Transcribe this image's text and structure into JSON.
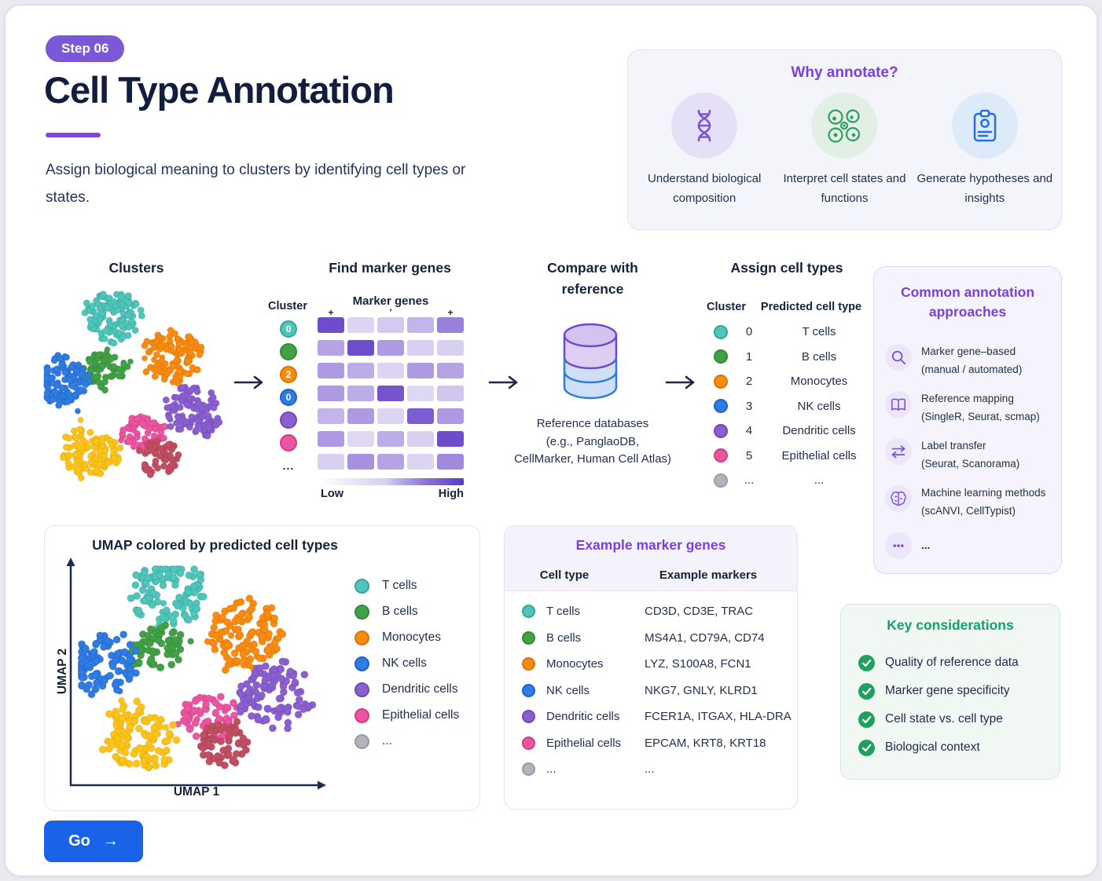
{
  "page": {
    "step_badge": "Step 06",
    "title": "Cell Type Annotation",
    "subtitle": "Assign biological meaning to clusters by identifying cell types or states.",
    "go_label": "Go",
    "go_arrow": "→"
  },
  "colors": {
    "teal": {
      "fill": "#52c5ba",
      "stroke": "#2fa79c"
    },
    "green": {
      "fill": "#43a047",
      "stroke": "#2f8b35"
    },
    "orange": {
      "fill": "#f98b10",
      "stroke": "#d97407"
    },
    "blue": {
      "fill": "#2e7ce4",
      "stroke": "#1f63c4"
    },
    "purple": {
      "fill": "#8a5fd0",
      "stroke": "#7248b5"
    },
    "pink": {
      "fill": "#ec55a0",
      "stroke": "#cf3d87"
    },
    "yellow": {
      "fill": "#fcc419",
      "stroke": "#e0a80c"
    },
    "maroon": {
      "fill": "#c04f62",
      "stroke": "#a63c4e"
    },
    "gray": {
      "fill": "#b3b3bd",
      "stroke": "#9a9aa5"
    },
    "accent_purple": "#7a3fe0",
    "badge_purple": "#7a58d8",
    "navy": "#1b2949",
    "key_green": "#13a169",
    "check_green": "#1fa05e",
    "button_blue": "#1a63e8",
    "heat_low": "#EDE9F8",
    "heat_high": "#603AC7"
  },
  "why_annotate": {
    "title": "Why annotate?",
    "items": [
      {
        "icon": "dna-icon",
        "label": "Understand biological composition"
      },
      {
        "icon": "cells-icon",
        "label": "Interpret cell states and functions"
      },
      {
        "icon": "clipboard-icon",
        "label": "Generate hypotheses and insights"
      }
    ]
  },
  "workflow": {
    "clusters_title": "Clusters",
    "marker_genes": {
      "title": "Find marker genes",
      "row_header": "Cluster",
      "col_header": "Marker genes",
      "header_marks": [
        "+",
        "'",
        "+"
      ],
      "badges": [
        {
          "color": "teal",
          "label": "0"
        },
        {
          "color": "green",
          "label": ""
        },
        {
          "color": "orange",
          "label": "2"
        },
        {
          "color": "blue",
          "label": "0"
        },
        {
          "color": "purple",
          "label": ""
        },
        {
          "color": "pink",
          "label": ""
        }
      ],
      "ellipsis": "...",
      "grid": [
        [
          0.9,
          0.12,
          0.18,
          0.3,
          0.6
        ],
        [
          0.4,
          0.9,
          0.45,
          0.15,
          0.15
        ],
        [
          0.45,
          0.35,
          0.12,
          0.45,
          0.4
        ],
        [
          0.45,
          0.35,
          0.85,
          0.1,
          0.2
        ],
        [
          0.3,
          0.45,
          0.12,
          0.8,
          0.45
        ],
        [
          0.45,
          0.1,
          0.35,
          0.15,
          0.9
        ],
        [
          0.15,
          0.5,
          0.4,
          0.12,
          0.55
        ]
      ],
      "legend_low": "Low",
      "legend_high": "High"
    },
    "reference": {
      "title": "Compare with reference",
      "caption_lines": [
        "Reference databases",
        "(e.g., PanglaoDB,",
        "CellMarker, Human Cell Atlas)"
      ]
    },
    "assign": {
      "title": "Assign cell types",
      "col1": "Cluster",
      "col2": "Predicted cell type",
      "rows": [
        {
          "color": "teal",
          "id": "0",
          "type": "T cells"
        },
        {
          "color": "green",
          "id": "1",
          "type": "B cells"
        },
        {
          "color": "orange",
          "id": "2",
          "type": "Monocytes"
        },
        {
          "color": "blue",
          "id": "3",
          "type": "NK cells"
        },
        {
          "color": "purple",
          "id": "4",
          "type": "Dendritic cells"
        },
        {
          "color": "pink",
          "id": "5",
          "type": "Epithelial cells"
        },
        {
          "color": "gray",
          "id": "...",
          "type": "..."
        }
      ]
    }
  },
  "approaches": {
    "title": "Common annotation approaches",
    "items": [
      {
        "icon": "search-icon",
        "line1": "Marker gene–based",
        "line2": "(manual / automated)"
      },
      {
        "icon": "book-icon",
        "line1": "Reference mapping",
        "line2": "(SingleR, Seurat, scmap)"
      },
      {
        "icon": "transfer-arrows-icon",
        "line1": "Label transfer",
        "line2": "(Seurat, Scanorama)"
      },
      {
        "icon": "brain-icon",
        "line1": "Machine learning methods",
        "line2": "(scANVI, CellTypist)"
      },
      {
        "icon": "ellipsis-icon",
        "line1": "...",
        "line2": ""
      }
    ]
  },
  "umap": {
    "title": "UMAP colored by predicted cell types",
    "xlabel": "UMAP 1",
    "ylabel": "UMAP 2",
    "legend": [
      {
        "color": "teal",
        "label": "T cells"
      },
      {
        "color": "green",
        "label": "B cells"
      },
      {
        "color": "orange",
        "label": "Monocytes"
      },
      {
        "color": "blue",
        "label": "NK cells"
      },
      {
        "color": "purple",
        "label": "Dendritic cells"
      },
      {
        "color": "pink",
        "label": "Epithelial cells"
      },
      {
        "color": "gray",
        "label": "..."
      }
    ]
  },
  "marker_table": {
    "title": "Example marker genes",
    "col1": "Cell type",
    "col2": "Example markers",
    "rows": [
      {
        "color": "teal",
        "type": "T cells",
        "markers": "CD3D, CD3E, TRAC"
      },
      {
        "color": "green",
        "type": "B cells",
        "markers": "MS4A1, CD79A, CD74"
      },
      {
        "color": "orange",
        "type": "Monocytes",
        "markers": "LYZ, S100A8, FCN1"
      },
      {
        "color": "blue",
        "type": "NK cells",
        "markers": "NKG7, GNLY, KLRD1"
      },
      {
        "color": "purple",
        "type": "Dendritic cells",
        "markers": "FCER1A, ITGAX, HLA-DRA"
      },
      {
        "color": "pink",
        "type": "Epithelial cells",
        "markers": "EPCAM, KRT8, KRT18"
      },
      {
        "color": "gray",
        "type": "...",
        "markers": "..."
      }
    ]
  },
  "considerations": {
    "title": "Key considerations",
    "items": [
      "Quality of reference data",
      "Marker gene specificity",
      "Cell state vs. cell type",
      "Biological context"
    ]
  },
  "scatter": {
    "clusters": [
      {
        "key": "teal",
        "cx": 0.38,
        "cy": 0.13,
        "r": 0.145,
        "n": 115
      },
      {
        "key": "green",
        "cx": 0.33,
        "cy": 0.4,
        "r": 0.1,
        "n": 62
      },
      {
        "key": "orange",
        "cx": 0.7,
        "cy": 0.33,
        "r": 0.145,
        "n": 110
      },
      {
        "key": "blue",
        "cx": 0.1,
        "cy": 0.47,
        "r": 0.135,
        "n": 105
      },
      {
        "key": "purple",
        "cx": 0.82,
        "cy": 0.62,
        "r": 0.14,
        "n": 100
      },
      {
        "key": "pink",
        "cx": 0.54,
        "cy": 0.73,
        "r": 0.105,
        "n": 60
      },
      {
        "key": "yellow",
        "cx": 0.25,
        "cy": 0.83,
        "r": 0.145,
        "n": 110
      },
      {
        "key": "maroon",
        "cx": 0.62,
        "cy": 0.86,
        "r": 0.1,
        "n": 55
      }
    ],
    "connectors": [
      [
        0,
        1
      ],
      [
        1,
        2
      ],
      [
        2,
        4
      ],
      [
        4,
        5
      ],
      [
        5,
        6
      ],
      [
        3,
        6
      ]
    ]
  }
}
